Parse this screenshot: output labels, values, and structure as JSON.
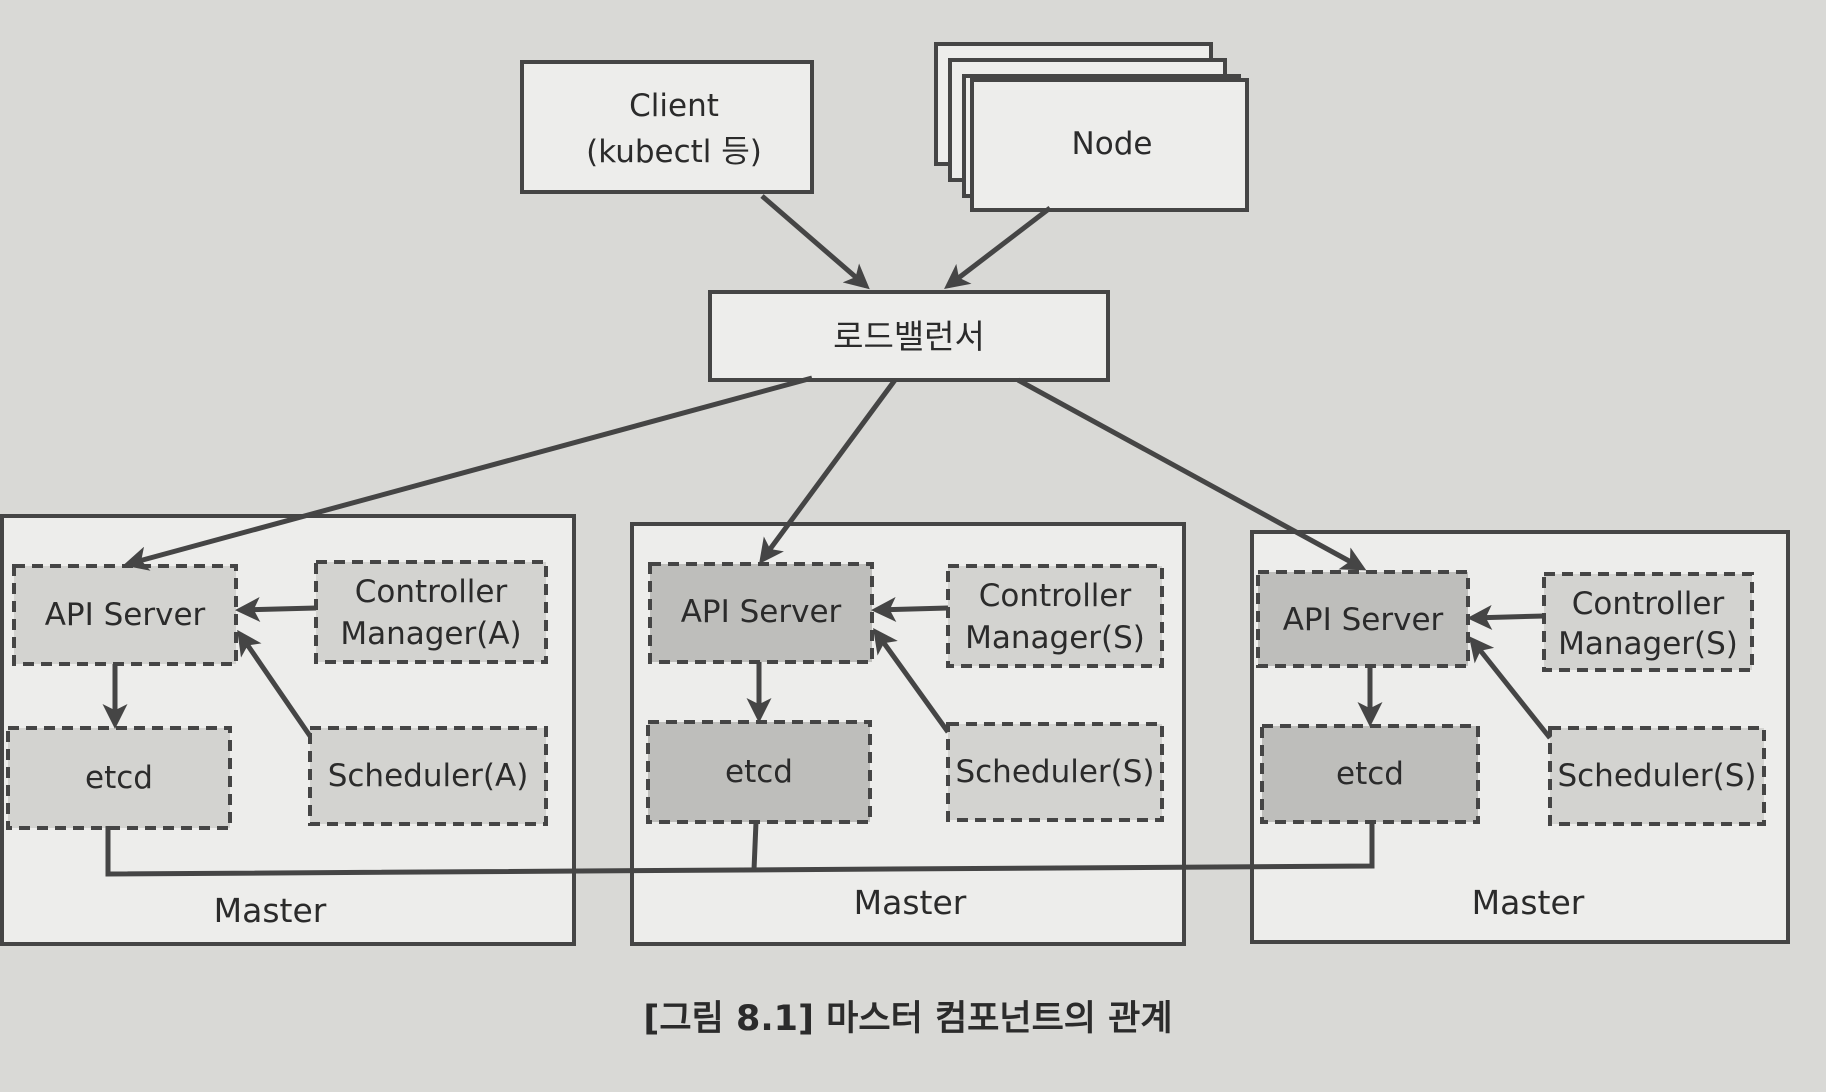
{
  "colors": {
    "background": "#d9d9d6",
    "box_fill": "#ededeb",
    "stroke": "#454545",
    "component_fill": "#d3d3d0",
    "active_fill": "#bebebb",
    "text": "#2b2b2b"
  },
  "client": {
    "line1": "Client",
    "line2": "(kubectl 등)"
  },
  "node": {
    "label": "Node"
  },
  "load_balancer": {
    "label": "로드밸런서"
  },
  "masters": [
    {
      "label": "Master",
      "api_server": "API Server",
      "controller_manager": {
        "line1": "Controller",
        "line2": "Manager(A)"
      },
      "etcd": "etcd",
      "scheduler": "Scheduler(A)"
    },
    {
      "label": "Master",
      "api_server": "API Server",
      "controller_manager": {
        "line1": "Controller",
        "line2": "Manager(S)"
      },
      "etcd": "etcd",
      "scheduler": "Scheduler(S)"
    },
    {
      "label": "Master",
      "api_server": "API Server",
      "controller_manager": {
        "line1": "Controller",
        "line2": "Manager(S)"
      },
      "etcd": "etcd",
      "scheduler": "Scheduler(S)"
    }
  ],
  "caption": "[그림 8.1] 마스터 컴포넌트의 관계"
}
